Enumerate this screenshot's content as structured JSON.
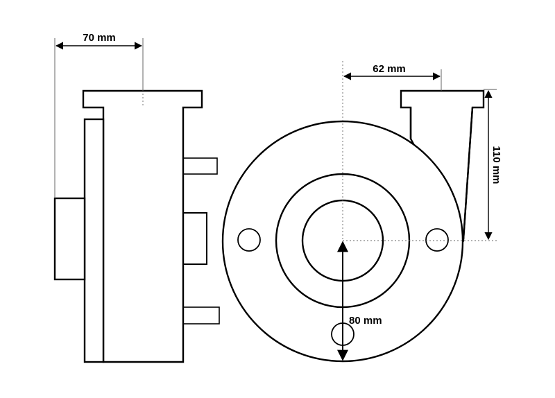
{
  "dimensions": {
    "width_top": "70 mm",
    "offset_right": "62 mm",
    "height_side": "110 mm",
    "radius_bottom": "80 mm"
  },
  "colors": {
    "line": "#000000",
    "background": "#ffffff"
  }
}
